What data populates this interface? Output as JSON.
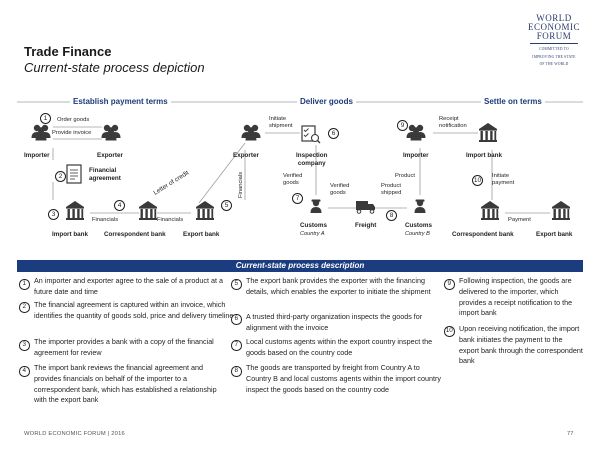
{
  "header": {
    "title": "Trade Finance",
    "subtitle": "Current-state process depiction"
  },
  "logo": {
    "name_lines": [
      "WORLD",
      "ECONOMIC",
      "FORUM"
    ],
    "tagline_lines": [
      "COMMITTED TO",
      "IMPROVING THE STATE",
      "OF THE WORLD"
    ]
  },
  "phases": {
    "establish": "Establish payment terms",
    "deliver": "Deliver goods",
    "settle": "Settle on terms"
  },
  "actors": {
    "importer": "Importer",
    "exporter": "Exporter",
    "exporter2": "Exporter",
    "inspection": "Inspection\ncompany",
    "importer2": "Importer",
    "import_bank_top": "Import bank",
    "import_bank": "Import bank",
    "correspondent_bank": "Correspondent bank",
    "export_bank": "Export bank",
    "customs_a": "Customs",
    "customs_a_sub": "Country A",
    "freight": "Freight",
    "customs_b": "Customs",
    "customs_b_sub": "Country B",
    "correspondent_bank2": "Correspondent bank",
    "export_bank2": "Export bank"
  },
  "flow_labels": {
    "order_goods": "Order goods",
    "provide_invoice": "Provide invoice",
    "financial_agreement": "Financial\nagreement",
    "letter_of_credit": "Letter of credit",
    "financials_1": "Financials",
    "financials_2": "Financials",
    "financials_vertical": "Financials",
    "initiate_shipment": "Initiate\nshipment",
    "verified_goods": "Verified\ngoods",
    "verified_goods_2": "Verified\ngoods",
    "product": "Product",
    "product_shipped": "Product\nshipped",
    "receipt_notification": "Receipt\nnotification",
    "initiate_payment": "Initiate\npayment",
    "payment": "Payment"
  },
  "step_numbers": [
    "1",
    "2",
    "3",
    "4",
    "5",
    "6",
    "7",
    "8",
    "9",
    "10"
  ],
  "description": {
    "header": "Current-state process description",
    "steps": [
      {
        "n": "1",
        "text": "An importer and exporter agree to the sale of a product at a future date and time"
      },
      {
        "n": "2",
        "text": "The financial agreement is captured within an invoice, which identifies the quantity of goods sold, price and delivery timeline"
      },
      {
        "n": "3",
        "text": "The importer provides a bank with a copy of the financial agreement for review"
      },
      {
        "n": "4",
        "text": "The import bank reviews the financial agreement and provides financials on behalf of the importer to a correspondent bank, which has established a relationship with the export bank"
      },
      {
        "n": "5",
        "text": "The export bank provides the exporter with the financing details, which enables the exporter to initiate the shipment"
      },
      {
        "n": "6",
        "text": "A trusted third-party organization inspects the goods for alignment with the invoice"
      },
      {
        "n": "7",
        "text": "Local customs agents within the export country inspect the goods based on the country code"
      },
      {
        "n": "8",
        "text": "The goods are transported by freight from Country A to Country B and local customs agents within the import country inspect the goods based on the country code"
      },
      {
        "n": "9",
        "text": "Following inspection, the goods are delivered to the importer, which provides a receipt notification to the import bank"
      },
      {
        "n": "10",
        "text": "Upon receiving notification, the import bank initiates the payment to the export bank through the correspondent bank"
      }
    ]
  },
  "footer": {
    "left": "WORLD ECONOMIC FORUM | 2016",
    "page": "77"
  },
  "colors": {
    "navy": "#1c3c80",
    "icon": "#3a3a3a",
    "line": "#9aa0a8"
  }
}
